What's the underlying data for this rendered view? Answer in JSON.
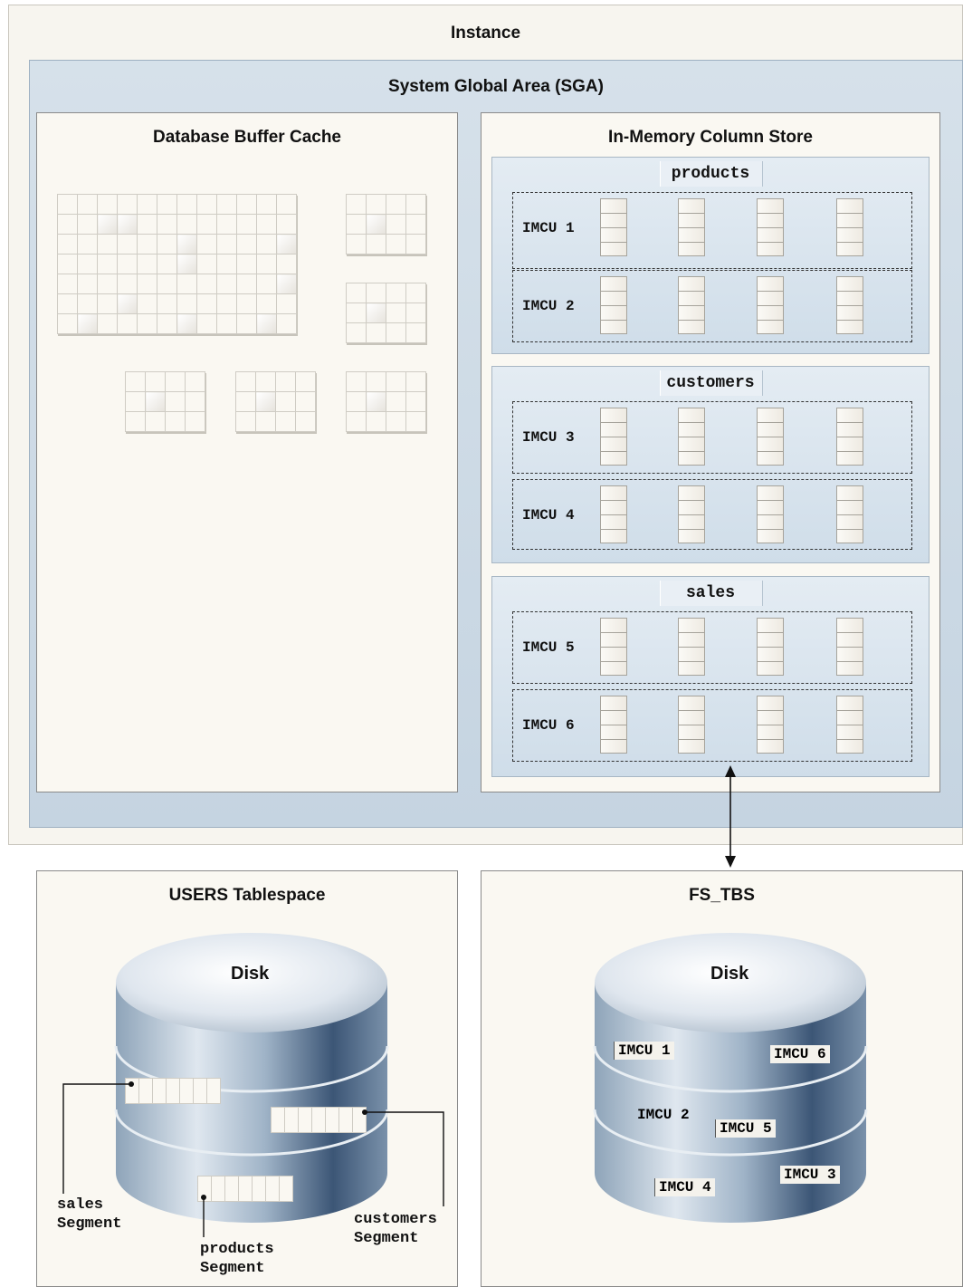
{
  "instance": {
    "title": "Instance"
  },
  "sga": {
    "title": "System Global Area (SGA)"
  },
  "buffer_cache": {
    "title": "Database Buffer Cache"
  },
  "column_store": {
    "title": "In-Memory Column Store",
    "tables": [
      {
        "name": "products",
        "imcus": [
          "IMCU 1",
          "IMCU 2"
        ]
      },
      {
        "name": "customers",
        "imcus": [
          "IMCU 3",
          "IMCU 4"
        ]
      },
      {
        "name": "sales",
        "imcus": [
          "IMCU 5",
          "IMCU 6"
        ]
      }
    ]
  },
  "users_tablespace": {
    "title": "USERS Tablespace",
    "disk_label": "Disk",
    "segments": {
      "sales": [
        "sales",
        "Segment"
      ],
      "customers": [
        "customers",
        "Segment"
      ],
      "products": [
        "products",
        "Segment"
      ]
    }
  },
  "fs_tbs": {
    "title": "FS_TBS",
    "disk_label": "Disk",
    "imcus": [
      "IMCU 1",
      "IMCU 6",
      "IMCU 2",
      "IMCU 5",
      "IMCU 4",
      "IMCU 3"
    ]
  }
}
